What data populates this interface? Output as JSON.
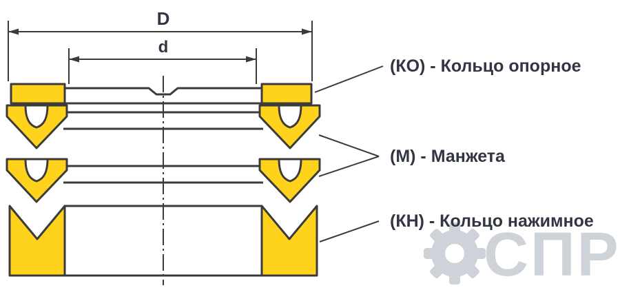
{
  "diagram": {
    "dimension_labels": {
      "outer_diameter": "D",
      "inner_diameter": "d"
    },
    "legend": [
      {
        "label": "(КО) - Кольцо опорное"
      },
      {
        "label": "(М) - Манжета"
      },
      {
        "label": "(КН) - Кольцо нажимное"
      }
    ],
    "colors": {
      "part_fill": "#FFD21C",
      "outline": "#3B3B3B",
      "label_text": "#323642",
      "watermark": "#CDD3D9"
    },
    "watermark": {
      "icon": "gear-icon",
      "text": "СПР"
    }
  }
}
